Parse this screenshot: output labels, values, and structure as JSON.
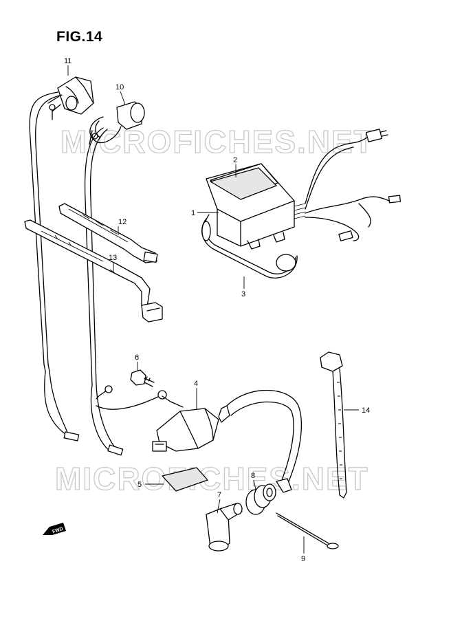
{
  "figure": {
    "title": "FIG.14"
  },
  "watermark": {
    "text": "MICROFICHES.NET"
  },
  "fwd_arrow": {
    "label": "FWD"
  },
  "callouts": [
    {
      "id": "1",
      "label": "1"
    },
    {
      "id": "2",
      "label": "2"
    },
    {
      "id": "3",
      "label": "3"
    },
    {
      "id": "4",
      "label": "4"
    },
    {
      "id": "5",
      "label": "5"
    },
    {
      "id": "6",
      "label": "6"
    },
    {
      "id": "7",
      "label": "7"
    },
    {
      "id": "8",
      "label": "8"
    },
    {
      "id": "9",
      "label": "9"
    },
    {
      "id": "10",
      "label": "10"
    },
    {
      "id": "11",
      "label": "11"
    },
    {
      "id": "12",
      "label": "12"
    },
    {
      "id": "13",
      "label": "13"
    },
    {
      "id": "14",
      "label": "14"
    }
  ]
}
